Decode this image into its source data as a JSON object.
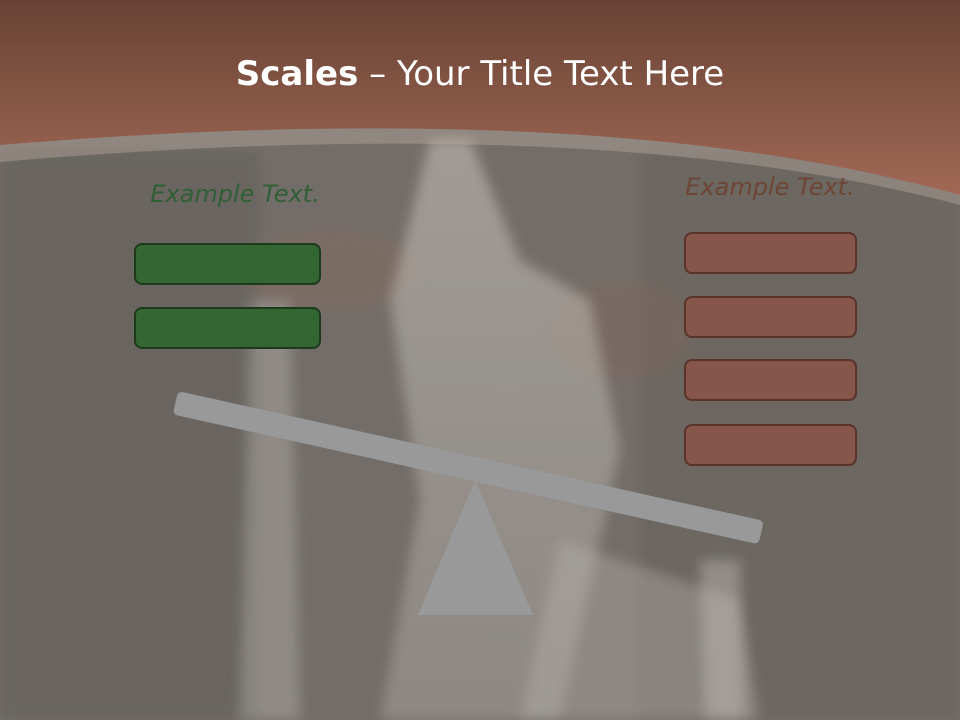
{
  "slide": {
    "title_bold": "Scales",
    "title_rest": " – Your Title Text Here",
    "left_label": "Example Text.",
    "right_label": "Example Text.",
    "left_box_count": 2,
    "right_box_count": 4
  },
  "colors": {
    "header_top": "#6a4536",
    "header_bottom": "#a06754",
    "left_label": "#2f5f34",
    "right_label": "#6e4535",
    "green_box_fill": "#336633",
    "green_box_border": "#1c3a1c",
    "brown_box_fill": "#87564a",
    "brown_box_border": "#5a342a",
    "scale_gray": "#999999",
    "photo_base": "#6b6560",
    "waterfall_highlight": "#e9e5df"
  },
  "icons": {
    "background": "waterfall-photo",
    "scale": "seesaw-balance-icon"
  }
}
